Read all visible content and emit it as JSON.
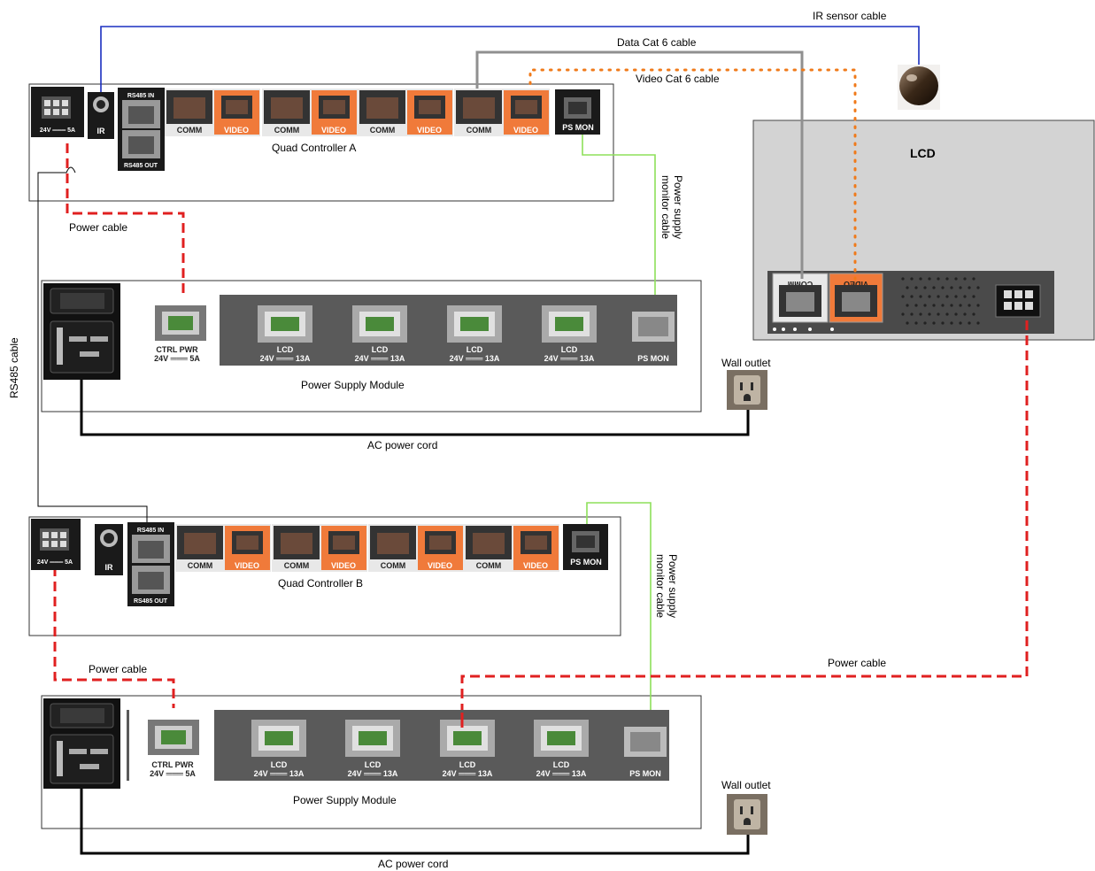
{
  "cables": {
    "ir_sensor": "IR sensor cable",
    "data_cat6": "Data Cat 6 cable",
    "video_cat6": "Video Cat 6 cable",
    "psmon_line1": "Power supply",
    "psmon_line2": "monitor cable",
    "power": "Power cable",
    "rs485": "RS485 cable",
    "ac_cord": "AC power cord",
    "wall_outlet": "Wall outlet"
  },
  "controller_a": {
    "title": "Quad Controller A"
  },
  "controller_b": {
    "title": "Quad Controller B"
  },
  "controller_ports": {
    "power_rating": "24V ═══ 5A",
    "ir": "IR",
    "rs485_in": "RS485 IN",
    "rs485_out": "RS485 OUT",
    "comm": "COMM",
    "video": "VIDEO",
    "ps_mon": "PS MON"
  },
  "psu": {
    "title": "Power Supply Module",
    "ctrl_pwr": "CTRL PWR",
    "ctrl_rating": "24V ═══ 5A",
    "lcd": "LCD",
    "lcd_rating": "24V ═══ 13A",
    "ps_mon": "PS MON"
  },
  "lcd_display": {
    "title": "LCD",
    "comm": "COMM",
    "video": "VIDEO"
  },
  "colors": {
    "power_cable": "#e02020",
    "ir_cable": "#1a2fc0",
    "data_cable": "#909090",
    "video_cable": "#f07a1a",
    "psmon_cable": "#8ee05a",
    "ac_cord": "#000000",
    "video_port": "#f07a3a"
  }
}
